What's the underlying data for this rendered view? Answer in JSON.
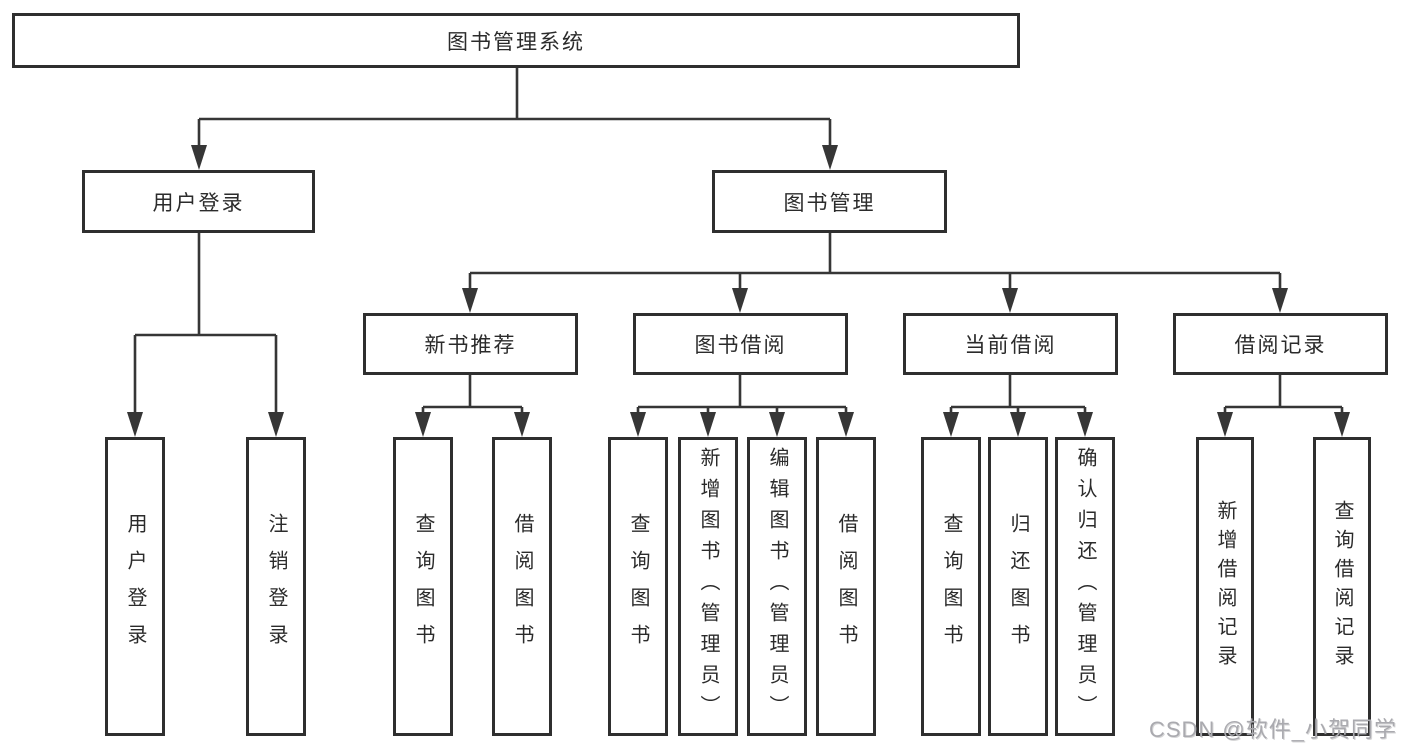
{
  "tree": {
    "root_label": "图书管理系统",
    "branches": [
      {
        "label": "用户登录",
        "leaves": [
          "用户登录",
          "注销登录"
        ]
      },
      {
        "label": "图书管理",
        "groups": [
          {
            "label": "新书推荐",
            "leaves": [
              "查询图书",
              "借阅图书"
            ]
          },
          {
            "label": "图书借阅",
            "leaves": [
              "查询图书",
              "新增图书（管理员）",
              "编辑图书（管理员）",
              "借阅图书"
            ]
          },
          {
            "label": "当前借阅",
            "leaves": [
              "查询图书",
              "归还图书",
              "确认归还（管理员）"
            ]
          },
          {
            "label": "借阅记录",
            "leaves": [
              "新增借阅记录",
              "查询借阅记录"
            ]
          }
        ]
      }
    ]
  },
  "watermark": {
    "text": "CSDN @软件_小贺同学"
  },
  "colors": {
    "background": "#ffffff",
    "box_border": "#2f2f2f",
    "connector_line": "#363636",
    "text": "#2b2b2b",
    "watermark": "#aaaaaf"
  }
}
